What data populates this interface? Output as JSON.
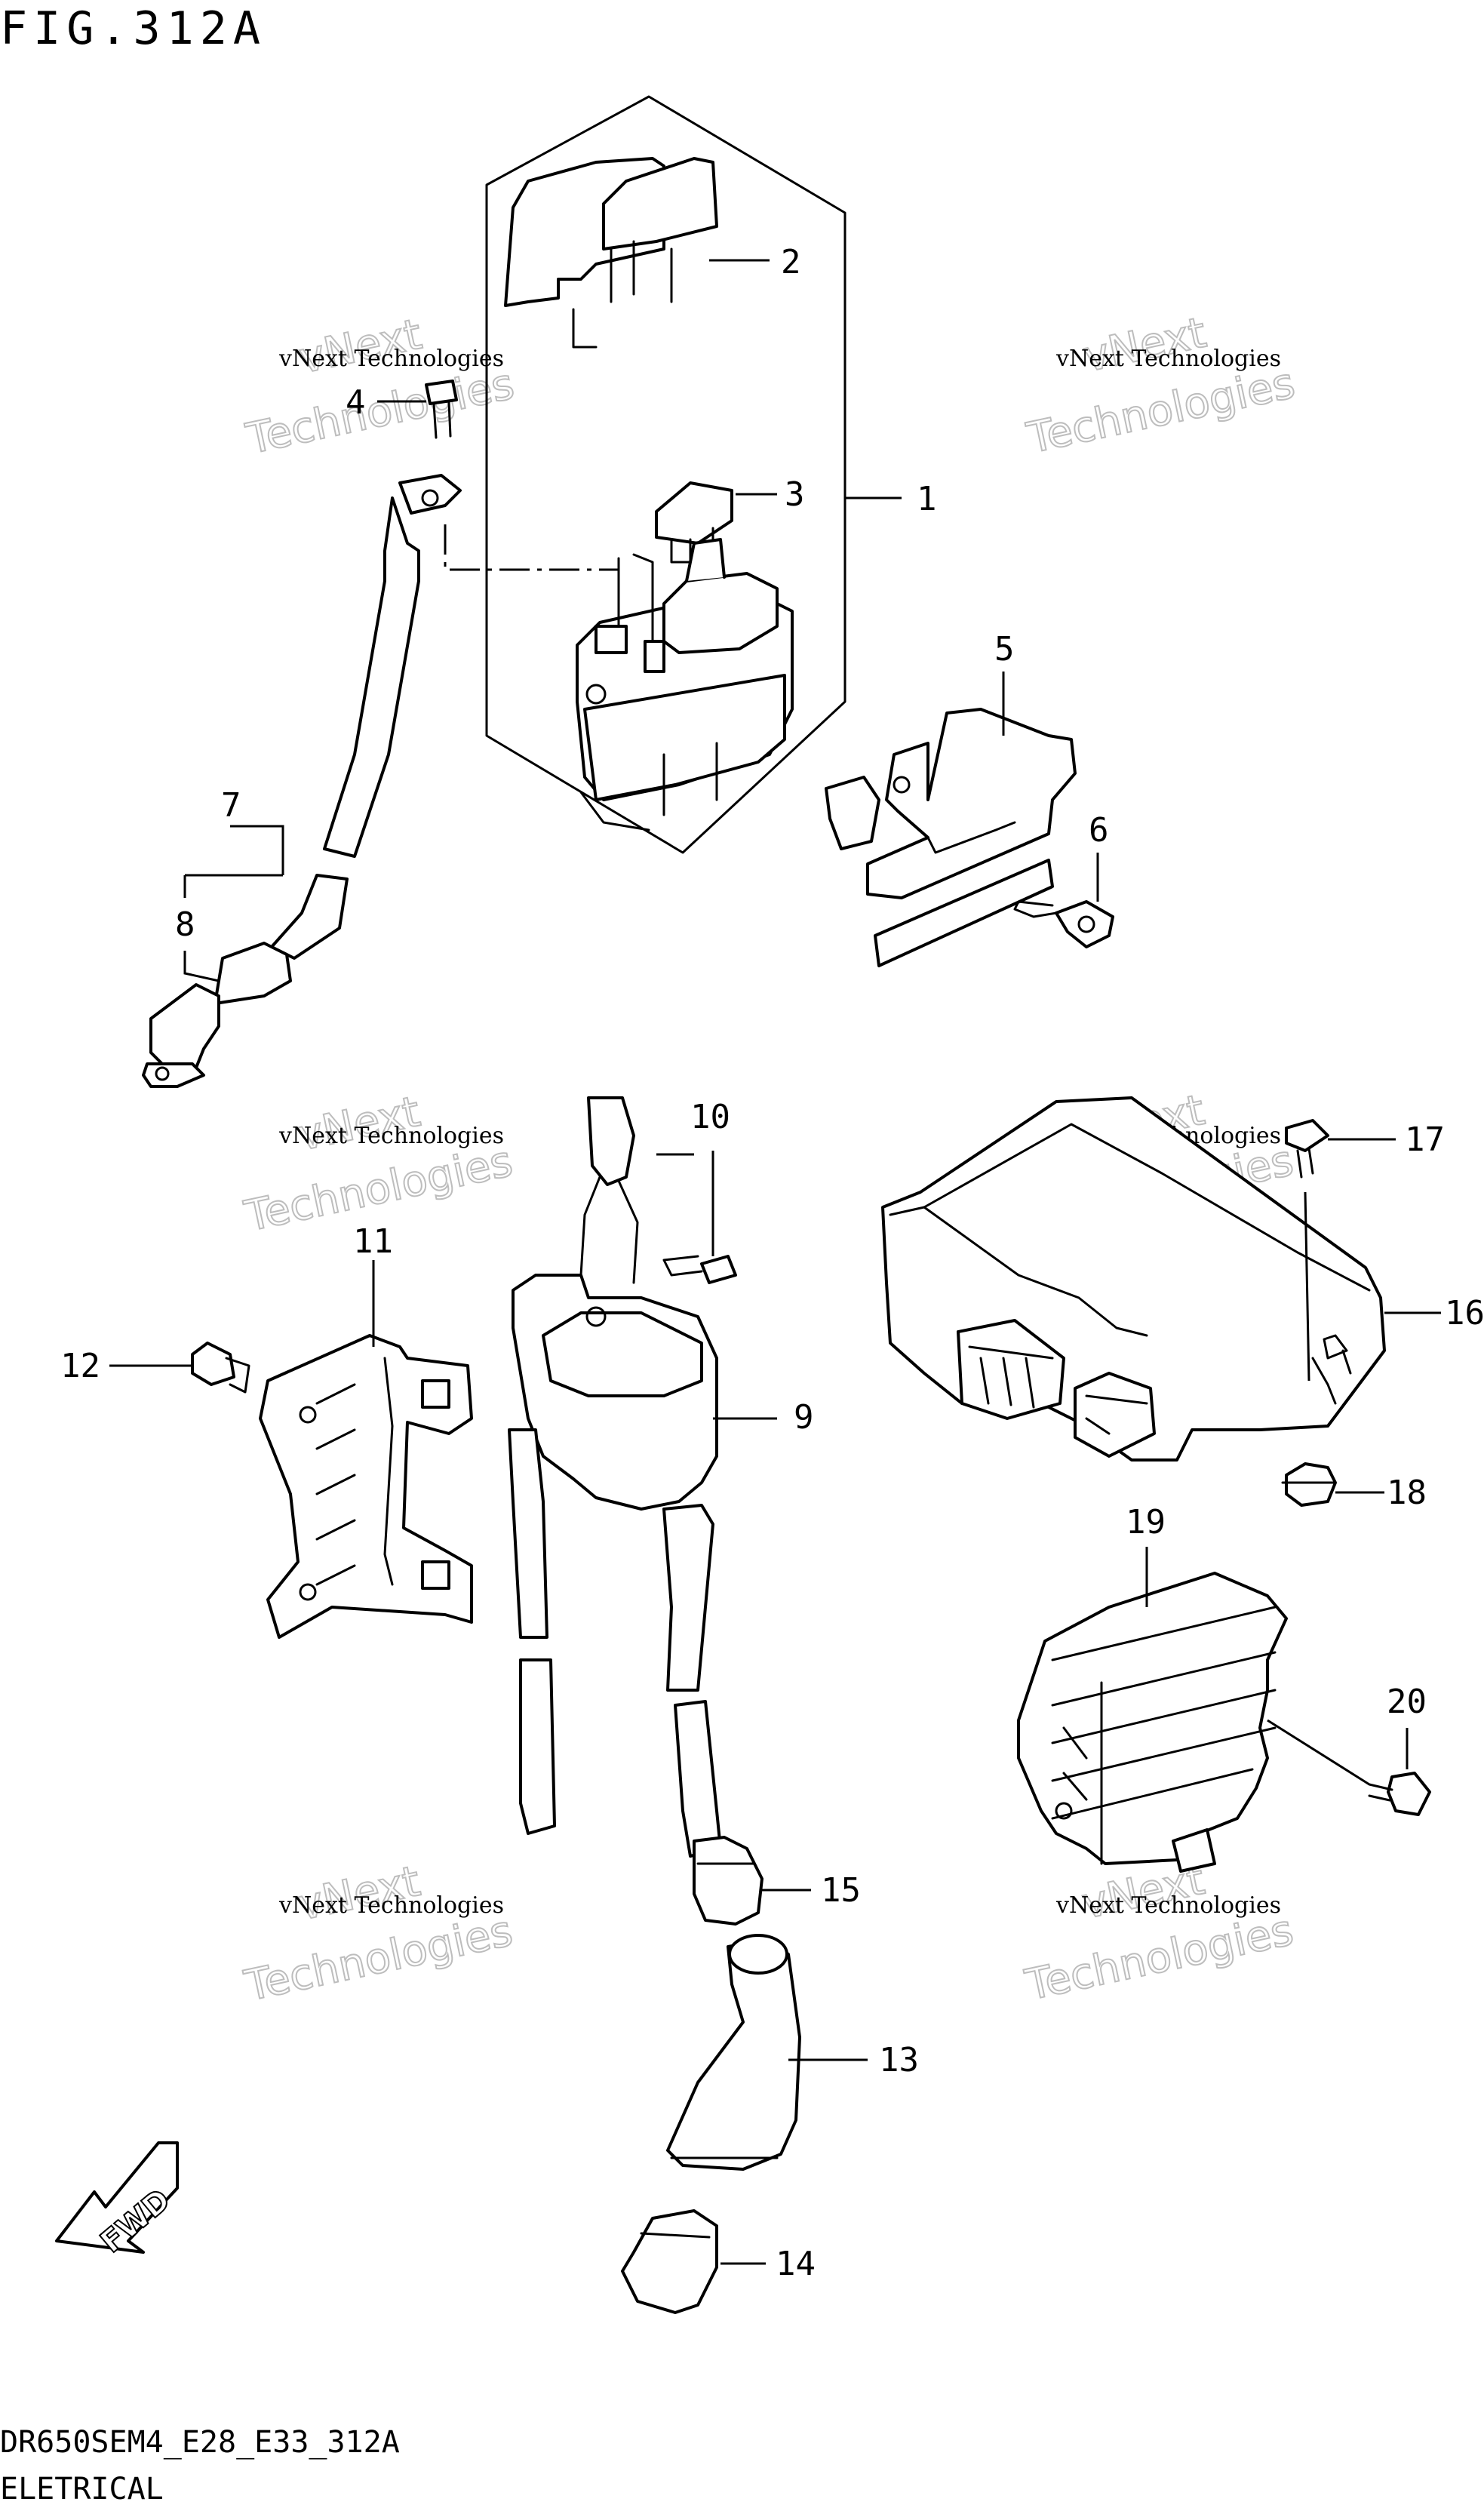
{
  "figure": {
    "title": "FIG.312A",
    "footer_code": "DR650SEM4_E28_E33_312A",
    "footer_name": "ELETRICAL"
  },
  "watermark": {
    "line1": "vNext Technologies",
    "line2": "vNext",
    "line3": "Technologies"
  },
  "direction_label": "FWD",
  "callouts": [
    "1",
    "2",
    "3",
    "4",
    "5",
    "6",
    "7",
    "8",
    "9",
    "10",
    "11",
    "12",
    "13",
    "14",
    "15",
    "16",
    "17",
    "18",
    "19",
    "20"
  ]
}
